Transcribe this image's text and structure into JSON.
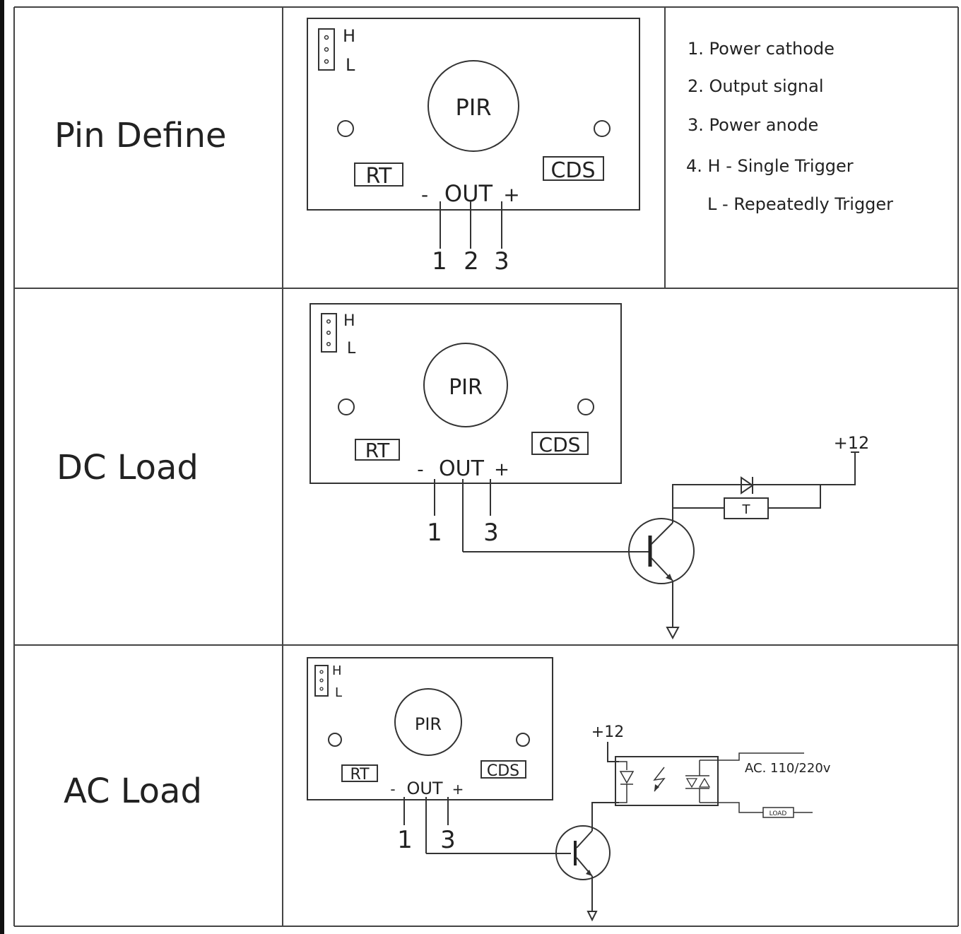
{
  "rows": {
    "pin_define": "Pin Define",
    "dc_load": "DC Load",
    "ac_load": "AC Load"
  },
  "board": {
    "jumper_h": "H",
    "jumper_l": "L",
    "pir": "PIR",
    "rt": "RT",
    "cds": "CDS",
    "minus": "-",
    "out": "OUT",
    "plus": "+"
  },
  "pins": {
    "pin1": "1",
    "pin2": "2",
    "pin3": "3"
  },
  "pin_notes": [
    "1. Power cathode",
    "2. Output signal",
    "3. Power anode",
    "4. H - Single Trigger",
    "L -  Repeatedly Trigger"
  ],
  "dc_circuit": {
    "supply": "+12",
    "relay": "T"
  },
  "ac_circuit": {
    "supply": "+12",
    "mains": "AC. 110/220v",
    "load": "LOAD"
  }
}
